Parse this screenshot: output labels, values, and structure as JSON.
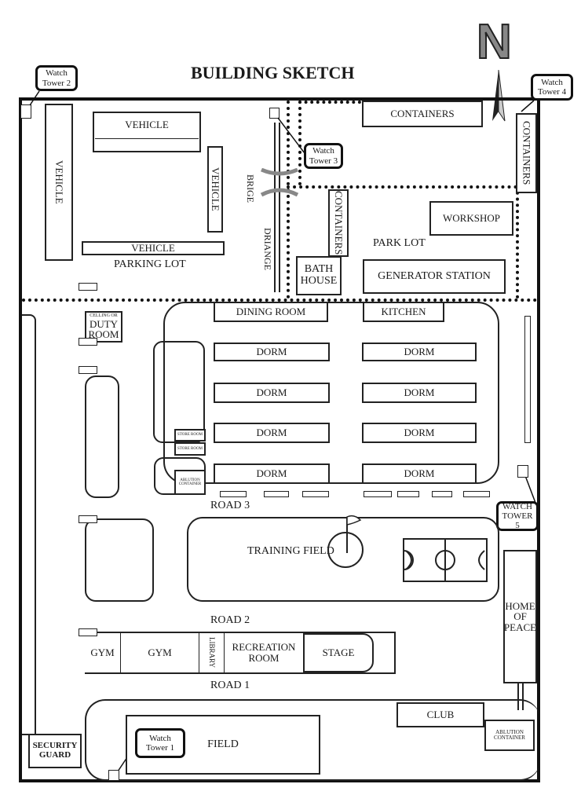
{
  "title": "BUILDING SKETCH",
  "compass": {
    "letter": "N"
  },
  "callouts": {
    "tower1": "Watch Tower 1",
    "tower2": "Watch Tower 2",
    "tower3": "Watch Tower 3",
    "tower4": "Watch Tower 4",
    "tower5": "WATCH TOWER 5"
  },
  "top_zone": {
    "vehicle_top": "VEHICLE",
    "vehicle_left": "VEHICLE",
    "vehicle_right": "VEHICLE",
    "vehicle_bottom": "VEHICLE",
    "parking_lot": "PARKING LOT",
    "bridge": "BRIGE",
    "drainage": "DRIANGE",
    "containers_top": "CONTAINERS",
    "containers_right": "CONTAINERS",
    "containers_mid": "CONTAINERS",
    "workshop": "WORKSHOP",
    "park_lot": "PARK LOT",
    "bath_house": "BATH HOUSE",
    "generator": "GENERATOR STATION"
  },
  "compound": {
    "dining_room": "DINING ROOM",
    "kitchen": "KITCHEN",
    "dorms": [
      "DORM",
      "DORM",
      "DORM",
      "DORM",
      "DORM",
      "DORM",
      "DORM",
      "DORM"
    ],
    "duty_room": "DUTY ROOM",
    "duty_small": "CELLING OR",
    "store_1": "STORE ROOM",
    "store_2": "STORE ROOM",
    "ablution_small": "ABLUTION CONTAINER"
  },
  "middle": {
    "road3": "ROAD 3",
    "training_field": "TRAINING FIELD",
    "road2": "ROAD 2",
    "home_of_peace": "HOME OF PEACE"
  },
  "lower": {
    "gym1": "GYM",
    "gym2": "GYM",
    "library": "LIBRARY",
    "recreation": "RECREATION ROOM",
    "stage": "STAGE",
    "road1": "ROAD 1",
    "club": "CLUB",
    "ablution_container": "ABLUTION CONTAINER",
    "field": "FIELD",
    "security_guard": "SECURITY GUARD"
  }
}
